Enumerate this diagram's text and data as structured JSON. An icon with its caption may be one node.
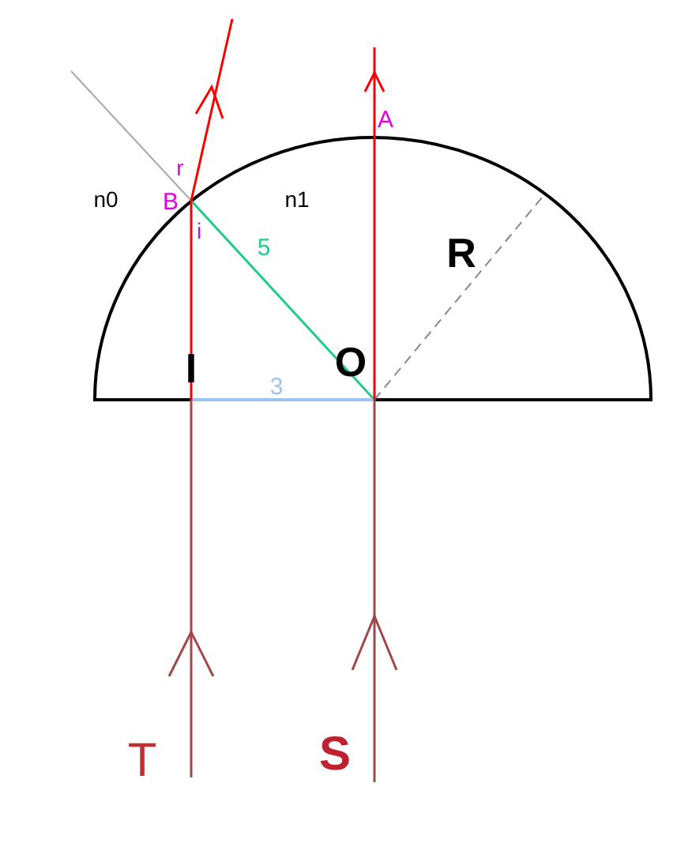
{
  "diagram": {
    "labels": [
      "A",
      "r",
      "n0",
      "B",
      "n1",
      "i",
      "5",
      "R",
      "I",
      "O",
      "3",
      "T",
      "S"
    ]
  }
}
